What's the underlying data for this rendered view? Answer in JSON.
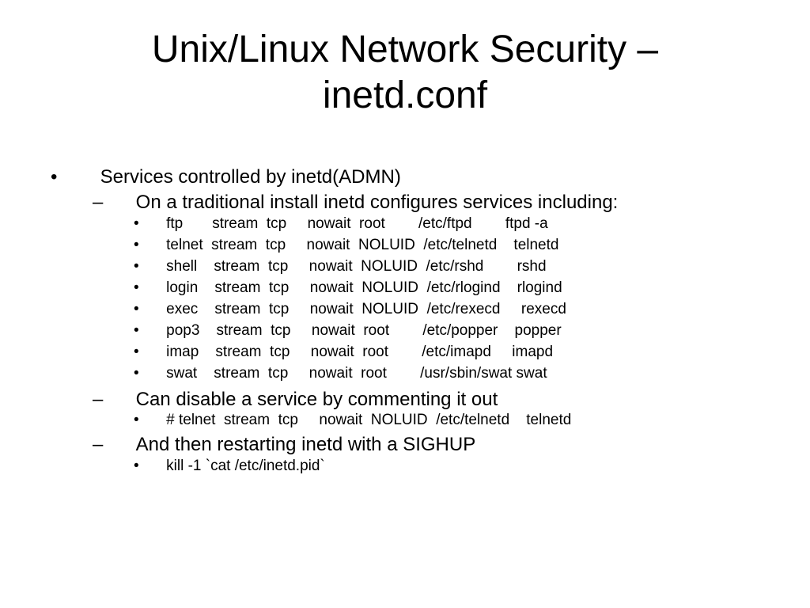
{
  "slide": {
    "title_line1": "Unix/Linux Network Security –",
    "title_line2": "inetd.conf",
    "marks": {
      "level1": "•",
      "level2": "–",
      "level3": "•"
    },
    "item1": "Services controlled by inetd(ADMN)",
    "sub1": "On a traditional install inetd configures services including:",
    "services": [
      "ftp       stream  tcp     nowait  root        /etc/ftpd        ftpd -a",
      "telnet  stream  tcp     nowait  NOLUID  /etc/telnetd    telnetd",
      "shell    stream  tcp     nowait  NOLUID  /etc/rshd        rshd",
      "login    stream  tcp     nowait  NOLUID  /etc/rlogind    rlogind",
      "exec    stream  tcp     nowait  NOLUID  /etc/rexecd     rexecd",
      "pop3    stream  tcp     nowait  root        /etc/popper    popper",
      "imap    stream  tcp     nowait  root        /etc/imapd     imapd",
      "swat    stream  tcp     nowait  root        /usr/sbin/swat swat"
    ],
    "sub2": "Can disable a service by commenting it out",
    "commented": "# telnet  stream  tcp     nowait  NOLUID  /etc/telnetd    telnetd",
    "sub3": "And then restarting inetd with a SIGHUP",
    "kill_cmd": "kill -1 `cat /etc/inetd.pid`"
  }
}
